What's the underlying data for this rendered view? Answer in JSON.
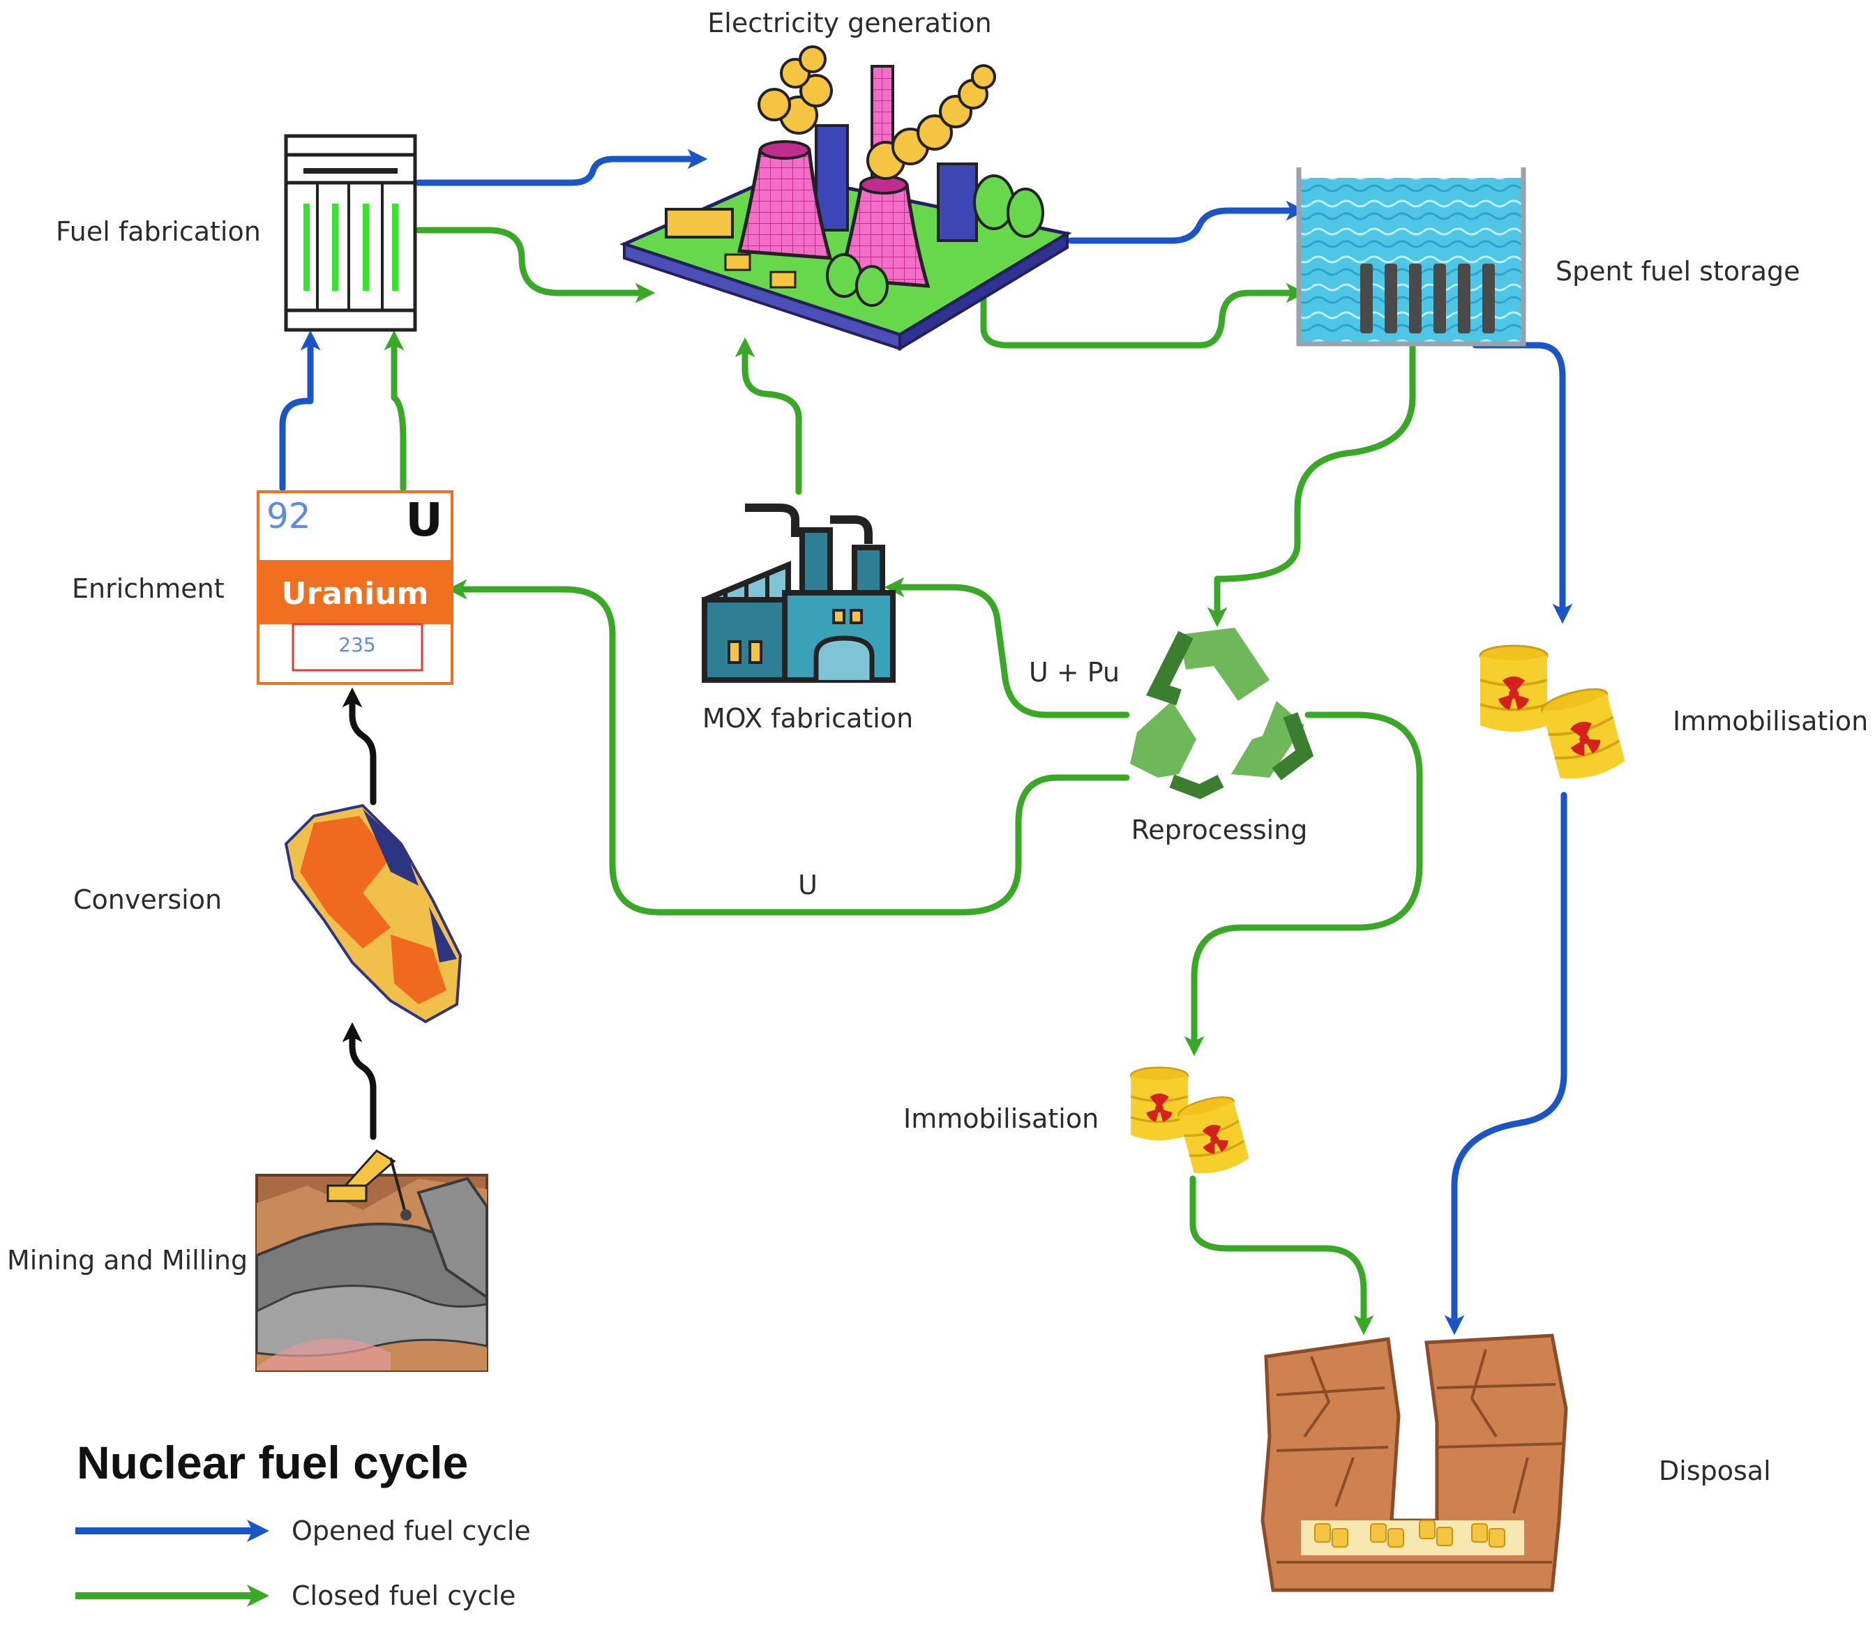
{
  "title": "Nuclear fuel cycle",
  "legend": {
    "opened": "Opened fuel cycle",
    "closed": "Closed fuel cycle"
  },
  "stages": {
    "electricity": "Electricity generation",
    "fuel_fabrication": "Fuel fabrication",
    "spent_fuel_storage": "Spent fuel storage",
    "enrichment": "Enrichment",
    "conversion": "Conversion",
    "mining": "Mining and Milling",
    "mox": "MOX fabrication",
    "reprocessing": "Reprocessing",
    "immobilisation_open": "Immobilisation",
    "immobilisation_closed": "Immobilisation",
    "disposal": "Disposal"
  },
  "flow_labels": {
    "u_pu": "U + Pu",
    "u": "U"
  },
  "uranium_tile": {
    "number": "92",
    "symbol": "U",
    "name": "Uranium",
    "isotope": "235"
  },
  "colors": {
    "opened": "#1a55c8",
    "closed": "#3aa827",
    "black": "#111111"
  },
  "icons": {
    "fuel_fabrication": "fuel-assembly-icon",
    "electricity": "power-plant-icon",
    "spent_fuel_storage": "storage-pool-icon",
    "mox": "factory-icon",
    "reprocessing": "recycle-icon",
    "immobilisation": "waste-barrels-icon",
    "disposal": "repository-icon",
    "conversion": "ore-rock-icon",
    "mining": "mine-icon"
  }
}
